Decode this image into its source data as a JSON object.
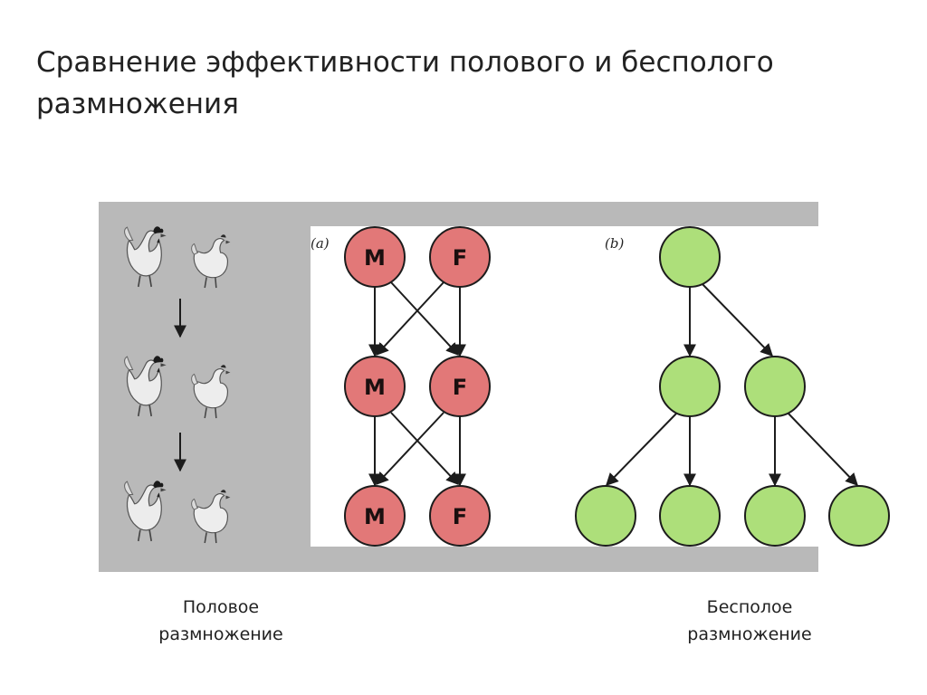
{
  "title": {
    "line1": "Сравнение эффективности полового и бесполого",
    "line2": "размножения"
  },
  "panel_a": {
    "tag": "(a)",
    "node_fill": "#e27878",
    "node_labels": [
      [
        "M",
        "F"
      ],
      [
        "M",
        "F"
      ],
      [
        "M",
        "F"
      ]
    ]
  },
  "panel_b": {
    "tag": "(b)",
    "node_fill": "#addf7a",
    "generation_sizes": [
      1,
      2,
      4
    ]
  },
  "illustration": {
    "icon": "chicken-icon",
    "generations": 3,
    "pair": [
      "rooster",
      "hen"
    ]
  },
  "captions": {
    "sexual": {
      "line1": "Половое",
      "line2": "размножение"
    },
    "asexual": {
      "line1": "Бесполое",
      "line2": "размножение"
    }
  },
  "colors": {
    "panel_background": "#b9b9b9",
    "node_stroke": "#1c1c1c",
    "arrow": "#1c1c1c"
  }
}
